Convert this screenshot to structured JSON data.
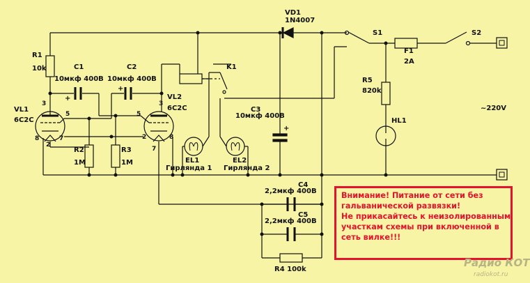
{
  "labels": {
    "vd1": "VD1",
    "vd1_type": "1N4007",
    "s1": "S1",
    "s2": "S2",
    "f1": "F1",
    "f1_val": "2A",
    "r1": "R1",
    "r1_val": "10k",
    "c1": "C1",
    "c1_val": "10мкф 400В",
    "c2": "C2",
    "c2_val": "10мкф 400В",
    "k1": "K1",
    "vl1": "VL1",
    "vl1_type": "6С2С",
    "vl2": "VL2",
    "vl2_type": "6С2С",
    "r5": "R5",
    "r5_val": "820k",
    "hl1": "HL1",
    "voltage": "~220V",
    "c3": "C3",
    "c3_val": "10мкф 400В",
    "r2": "R2",
    "r2_val": "1M",
    "r3": "R3",
    "r3_val": "1M",
    "el1": "EL1",
    "el1_name": "Гирлянда 1",
    "el2": "EL2",
    "el2_name": "Гирлянда 2",
    "c4": "C4",
    "c4_val": "2,2мкф 400В",
    "c5": "C5",
    "c5_val": "2,2мкф 400В",
    "r4": "R4 100k",
    "plus": "+"
  },
  "pins": {
    "vl1_3": "3",
    "vl1_5": "5",
    "vl1_8": "8",
    "vl1_2": "2",
    "vl1_7": "7",
    "vl2_3": "3",
    "vl2_5": "5",
    "vl2_2": "2",
    "vl2_8": "8",
    "vl2_7": "7"
  },
  "warning": {
    "line1": "Внимание! Питание от сети без",
    "line2": "гальванической развязки!",
    "line3": "Не прикасайтесь к неизолированным",
    "line4": "участкам схемы  при включенной в",
    "line5": "сеть вилке!!!"
  },
  "watermark": {
    "logo": "Радио КОТ",
    "site": "radiokot.ru"
  },
  "colors": {
    "background": "#f7f4a6",
    "warning": "#e3122d",
    "ink": "#111111"
  }
}
